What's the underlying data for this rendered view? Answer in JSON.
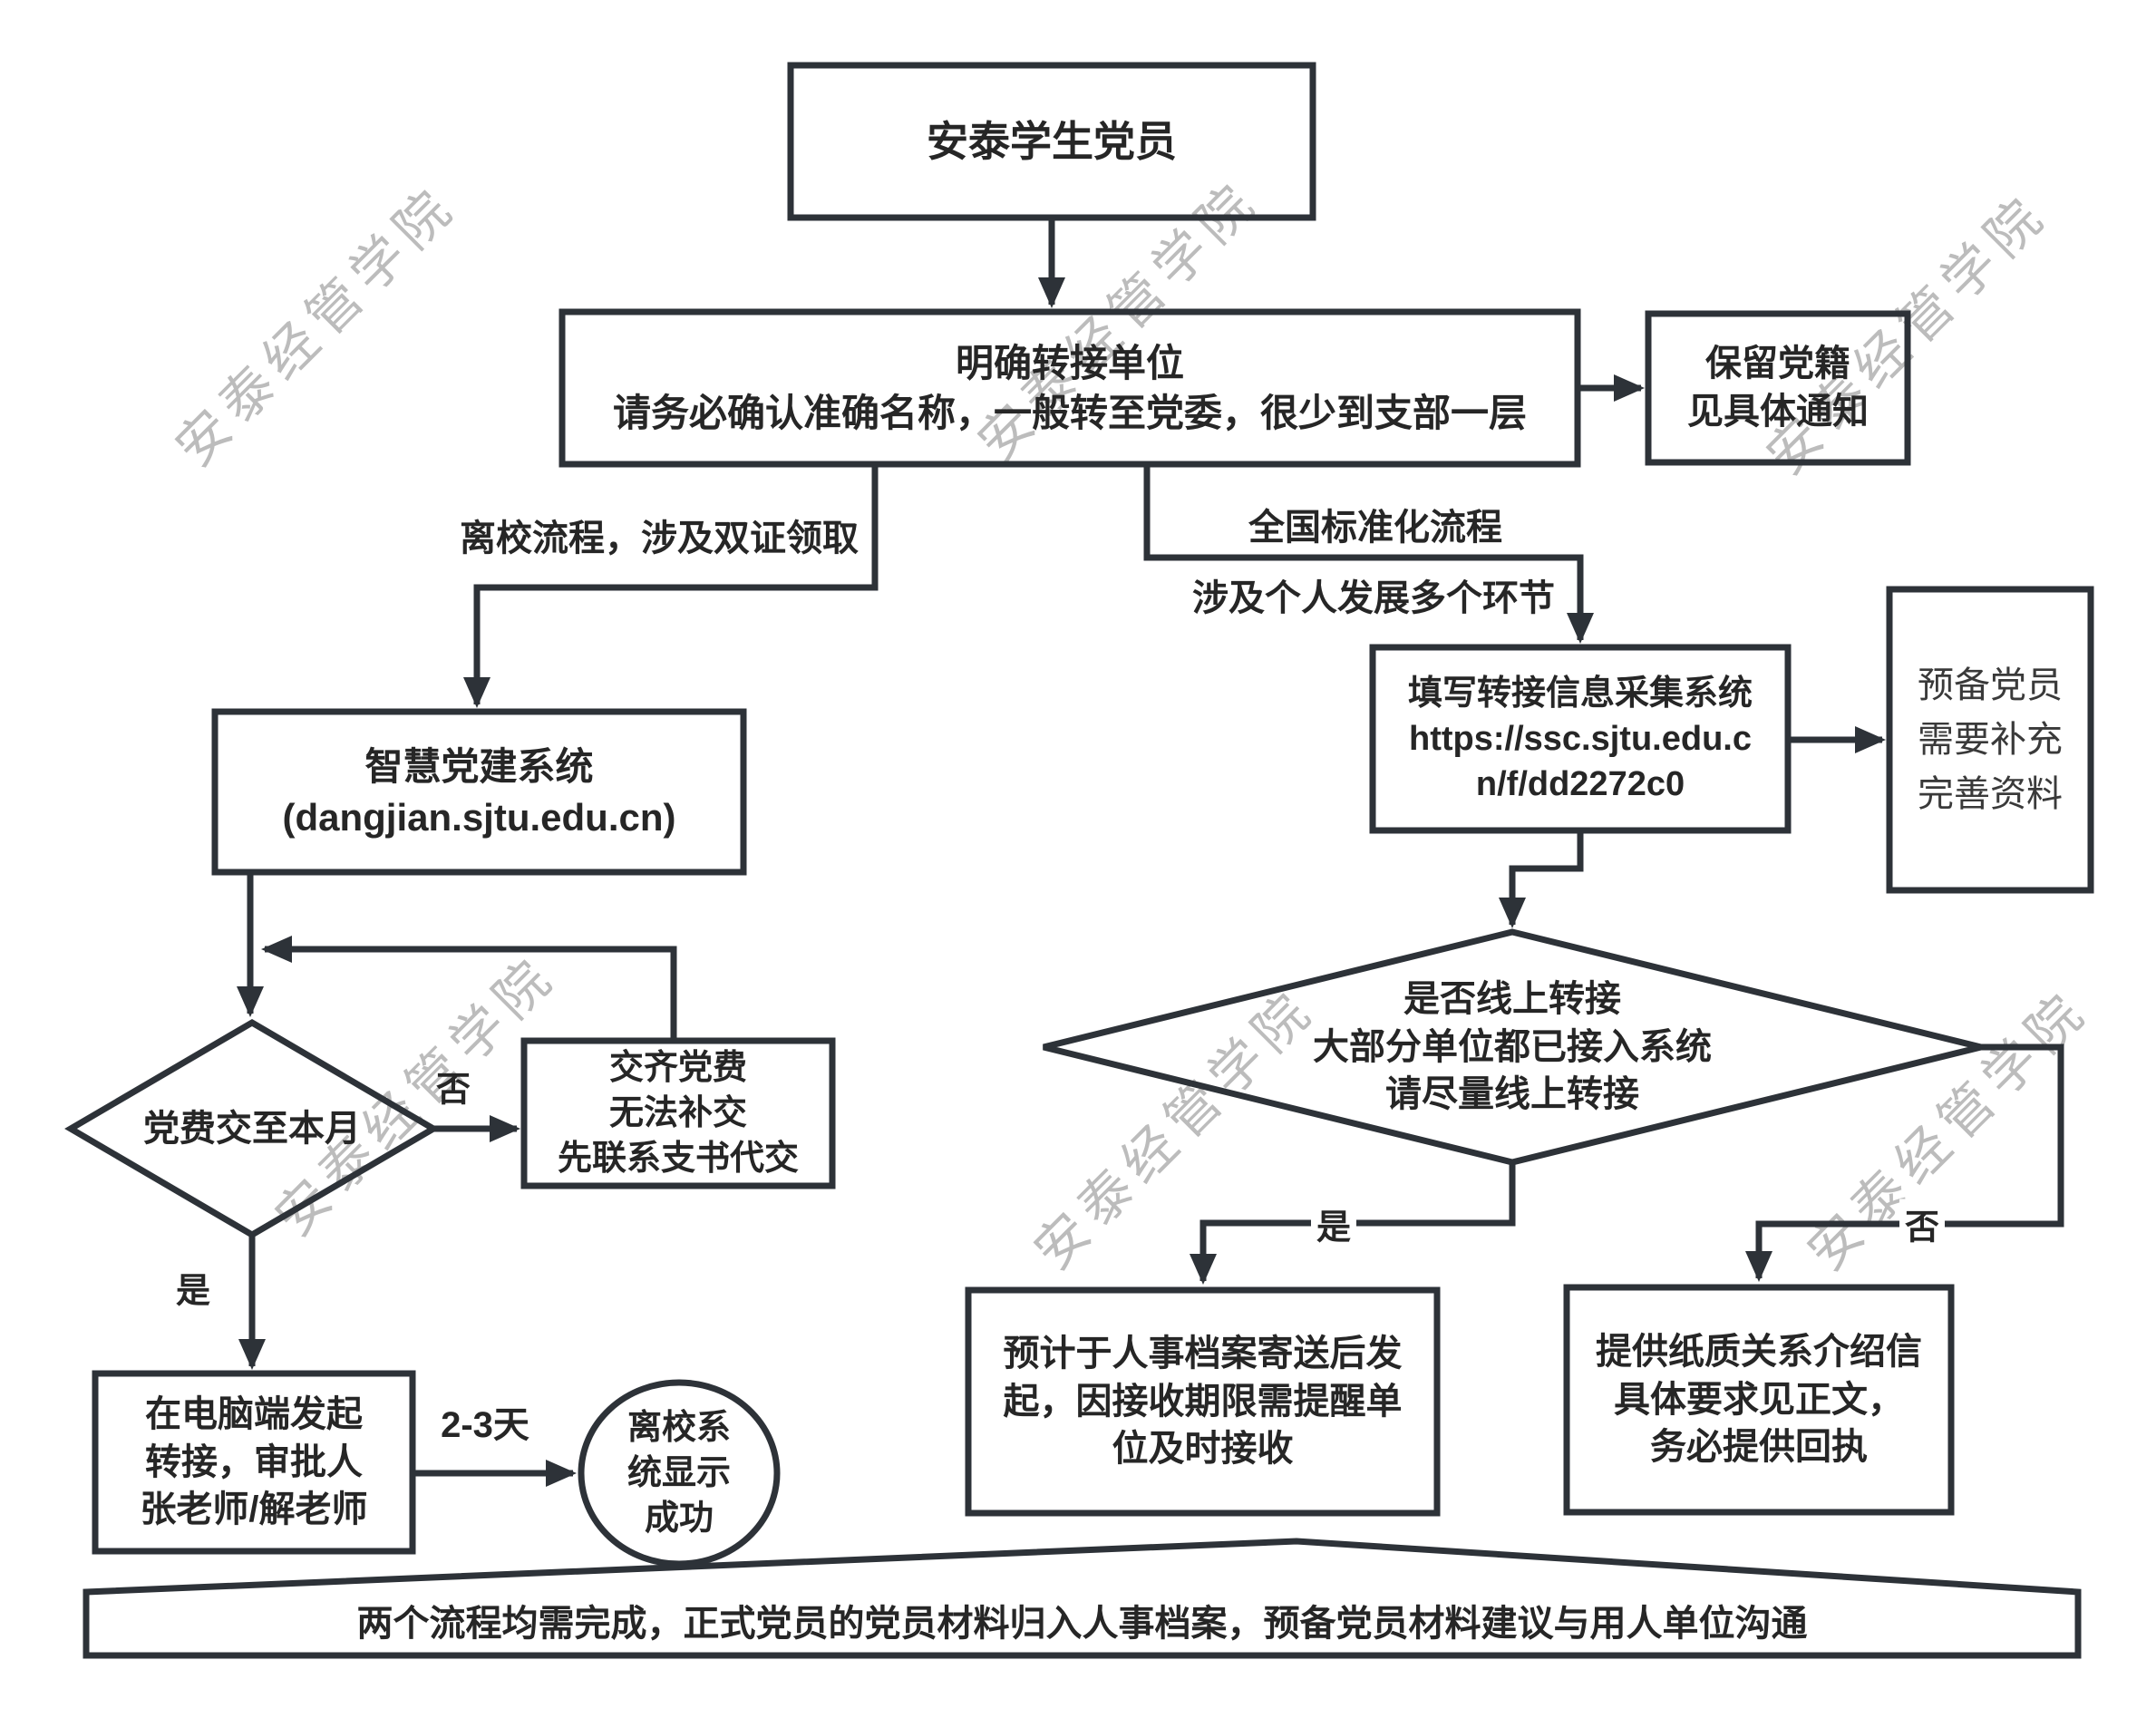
{
  "watermark": {
    "text": "安泰经管学院",
    "color": "#bcbcbc"
  },
  "colors": {
    "line": "#2d3238",
    "text": "#262626",
    "background": "#ffffff",
    "watermark": "#bcbcbc"
  },
  "nodes": {
    "start": {
      "lines": [
        "安泰学生党员"
      ]
    },
    "confirm": {
      "lines": [
        "明确转接单位",
        "请务必确认准确名称，一般转至党委，很少到支部一层"
      ]
    },
    "retain": {
      "lines": [
        "保留党籍",
        "见具体通知"
      ]
    },
    "smart": {
      "lines": [
        "智慧党建系统",
        "(dangjian.sjtu.edu.cn)"
      ]
    },
    "fill_system": {
      "lines": [
        "填写转接信息采集系统",
        "https://ssc.sjtu.edu.c",
        "n/f/dd2272c0"
      ]
    },
    "note": {
      "lines": [
        "预备党员",
        "需要补充",
        "完善资料"
      ]
    },
    "fee_check": {
      "lines": [
        "党费交至本月"
      ]
    },
    "pay": {
      "lines": [
        "交齐党费",
        "无法补交",
        "先联系支书代交"
      ]
    },
    "initiate": {
      "lines": [
        "在电脑端发起",
        "转接，审批人",
        "张老师/解老师"
      ]
    },
    "done": {
      "lines": [
        "离校系",
        "统显示",
        "成功"
      ]
    },
    "online_check": {
      "lines": [
        "是否线上转接",
        "大部分单位都已接入系统",
        "请尽量线上转接"
      ]
    },
    "online": {
      "lines": [
        "预计于人事档案寄送后发",
        "起，因接收期限需提醒单",
        "位及时接收"
      ]
    },
    "paper": {
      "lines": [
        "提供纸质关系介绍信",
        "具体要求见正文，",
        "务必提供回执"
      ]
    },
    "banner": {
      "lines": [
        "两个流程均需完成，正式党员的党员材料归入人事档案，预备党员材料建议与用人单位沟通"
      ]
    }
  },
  "labels": {
    "left_branch": "离校流程，涉及双证领取",
    "right_branch_1": "全国标准化流程",
    "right_branch_2": "涉及个人发展多个环节",
    "fee_no": "否",
    "fee_yes": "是",
    "days": "2-3天",
    "online_yes": "是",
    "online_no": "否"
  }
}
